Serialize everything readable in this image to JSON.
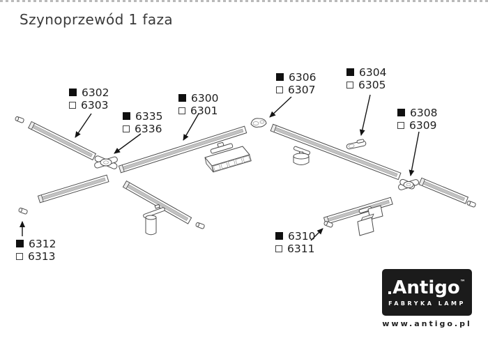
{
  "page": {
    "title": "Szynoprzewód 1 faza"
  },
  "part_labels": [
    {
      "filled_code": "6302",
      "empty_code": "6303"
    },
    {
      "filled_code": "6335",
      "empty_code": "6336"
    },
    {
      "filled_code": "6300",
      "empty_code": "6301"
    },
    {
      "filled_code": "6306",
      "empty_code": "6307"
    },
    {
      "filled_code": "6304",
      "empty_code": "6305"
    },
    {
      "filled_code": "6308",
      "empty_code": "6309"
    },
    {
      "filled_code": "6312",
      "empty_code": "6313"
    },
    {
      "filled_code": "6310",
      "empty_code": "6311"
    }
  ],
  "logo": {
    "brand": "Antigo",
    "trademark": "™",
    "tagline": "FABRYKA LAMP",
    "website": "www.antigo.pl"
  },
  "colors": {
    "label_text": "#1e1e1e",
    "outline": "#4c4c4c",
    "rail_channel": "#c2c2c2",
    "logo_background": "#1b1b1b"
  }
}
